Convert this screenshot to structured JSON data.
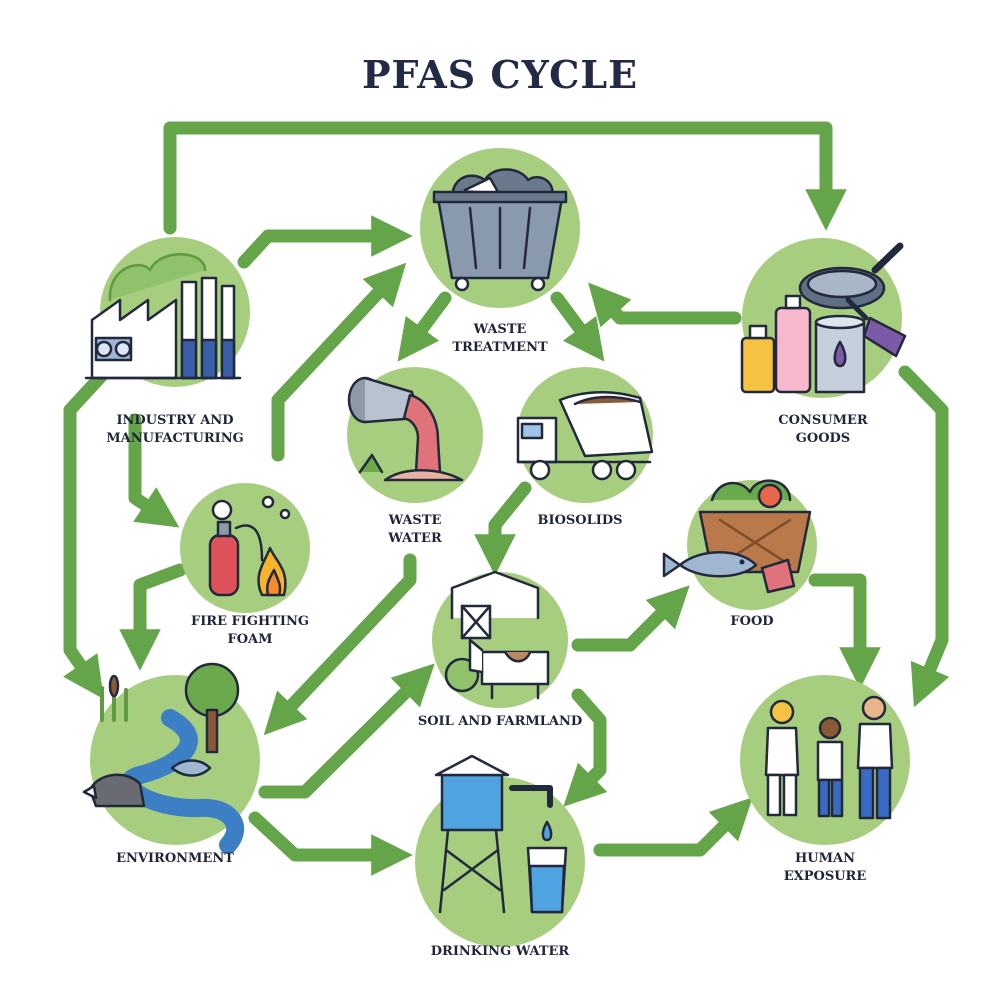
{
  "title": "PFAS CYCLE",
  "colors": {
    "arrow": "#64a54a",
    "arrow_dark": "#3f7d2e",
    "circle": "#a7cd7f",
    "outline": "#23293d",
    "text": "#1f2537"
  },
  "nodes": {
    "industry": {
      "line1": "INDUSTRY AND",
      "line2": "MANUFACTURING",
      "icon": "factory-icon"
    },
    "waste_treatment": {
      "line1": "WASTE",
      "line2": "TREATMENT",
      "icon": "dumpster-icon"
    },
    "consumer_goods": {
      "line1": "CONSUMER",
      "line2": "GOODS",
      "icon": "frying-pan-bottles-icon"
    },
    "waste_water": {
      "line1": "WASTE",
      "line2": "WATER",
      "icon": "drain-pipe-icon"
    },
    "biosolids": {
      "line1": "BIOSOLIDS",
      "icon": "dump-truck-icon"
    },
    "fire_foam": {
      "line1": "FIRE FIGHTING",
      "line2": "FOAM",
      "icon": "fire-extinguisher-icon"
    },
    "food": {
      "line1": "FOOD",
      "icon": "food-basket-icon"
    },
    "soil": {
      "line1": "SOIL AND FARMLAND",
      "icon": "barn-cow-icon"
    },
    "environment": {
      "line1": "ENVIRONMENT",
      "icon": "river-forest-icon"
    },
    "drinking_water": {
      "line1": "DRINKING WATER",
      "icon": "water-tower-icon"
    },
    "human": {
      "line1": "HUMAN",
      "line2": "EXPOSURE",
      "icon": "family-icon"
    }
  }
}
